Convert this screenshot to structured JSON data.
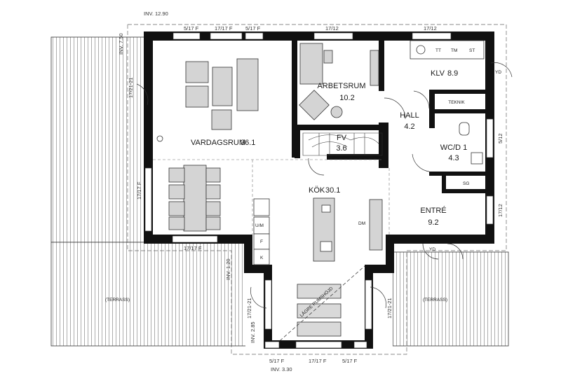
{
  "rooms": {
    "vardagsrum": {
      "name": "VARDAGSRUM",
      "area": "36.1"
    },
    "arbetsrum": {
      "name": "ARBETSRUM",
      "area": "10.2"
    },
    "klv": {
      "name": "KLV",
      "area": "8.9"
    },
    "hall": {
      "name": "HALL",
      "area": "4.2"
    },
    "fv": {
      "name": "FV",
      "area": "3.6"
    },
    "wcd": {
      "name": "WC/D 1",
      "area": "4.3"
    },
    "kok": {
      "name": "KÖK",
      "area": "30.1"
    },
    "entre": {
      "name": "ENTRÉ",
      "area": "9.2"
    },
    "terrass_left": "(TERRASS)",
    "terrass_right": "(TERRASS)"
  },
  "fixtures": {
    "tt": "TT",
    "tm": "TM",
    "st": "ST",
    "teknik": "TEKNIK",
    "sg": "SG",
    "um": "U/M",
    "f": "F",
    "k": "K",
    "dm": "DM",
    "yd_top": "YD",
    "yd_bottom": "YD"
  },
  "dimensions": {
    "inv_1290": "INV. 12.90",
    "inv_750": "INV. 7.50",
    "inv_120": "INV. 1.20",
    "inv_285": "INV. 2.85",
    "inv_330": "INV. 3.30",
    "w_517f_a": "5/17 F",
    "w_1717f_a": "17/17 F",
    "w_517f_b": "5/17 F",
    "w_1712_top1": "17/12",
    "w_1712_top2": "17/12",
    "w_1721_21_left": "17/21-21",
    "w_1717f_left": "17/17 F",
    "w_1717f_bottom": "17/17 F",
    "w_512_right": "5/12",
    "w_1712_right": "17/12",
    "w_1721_21_bl": "17/21-21",
    "w_1721_21_br": "17/21-21",
    "w_517f_c": "5/17 F",
    "w_1717f_c": "17/17 F",
    "w_517f_d": "5/17 F"
  },
  "annotations": {
    "lagre_rumshojd": "LÄGRE RUMSHÖJD"
  }
}
